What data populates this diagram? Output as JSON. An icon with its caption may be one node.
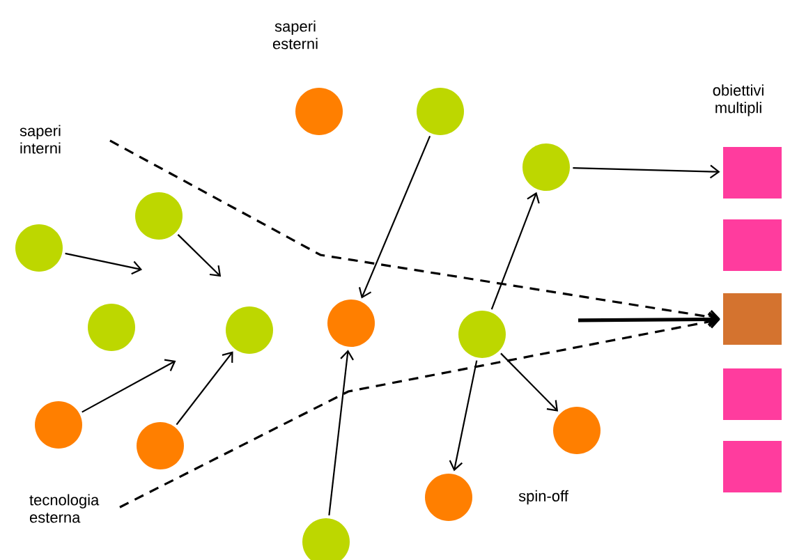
{
  "diagram": {
    "nodes": [
      {
        "text": [
          "saperi interni"
        ]
      },
      {
        "text": [],
        "shape": "circle"
      },
      {
        "text": [],
        "shape": "circle"
      },
      {
        "text": [],
        "shape": "circle"
      },
      {
        "text": [],
        "shape": "box"
      },
      {
        "text": [],
        "shape": "circle"
      },
      {
        "text": [],
        "shape": "circle"
      },
      {
        "text": [],
        "shape": "box"
      },
      {
        "text": [],
        "shape": "box"
      },
      {
        "text": [],
        "shape": "circle"
      },
      {
        "text": [],
        "shape": "circle"
      },
      {
        "text": [],
        "shape": "circle"
      },
      {
        "text": [],
        "shape": "circle"
      },
      {
        "text": [],
        "shape": "box"
      },
      {
        "text": [],
        "shape": "circle"
      },
      {
        "text": [],
        "shape": "circle"
      },
      {
        "text": [],
        "shape": "circle"
      },
      {
        "text": [],
        "shape": "box"
      },
      {
        "text": [
          "tecnologia esterna"
        ]
      },
      {
        "text": [],
        "shape": "circle"
      },
      {
        "text": [],
        "shape": "circle"
      }
    ],
    "edges": [
      {
        "from": 6,
        "to": null,
        "arrow": "to"
      },
      {
        "from": 5,
        "to": null,
        "arrow": "to"
      },
      {
        "from": 2,
        "to": 9,
        "arrow": "to"
      },
      {
        "from": 14,
        "to": null,
        "arrow": "to"
      },
      {
        "from": 16,
        "to": 11,
        "arrow": "to"
      },
      {
        "from": 20,
        "to": 9,
        "arrow": "to"
      },
      {
        "from": 12,
        "to": 3,
        "arrow": "to"
      },
      {
        "from": 12,
        "to": 19,
        "arrow": "to"
      },
      {
        "from": 12,
        "to": 15,
        "arrow": "to"
      },
      {
        "from": 3,
        "to": 4,
        "arrow": "to"
      },
      {
        "from": null,
        "to": 8,
        "arrow": "to",
        "style": "thick"
      },
      {
        "from": 0,
        "to": 8,
        "arrow": "to",
        "style": "dashed"
      },
      {
        "from": 18,
        "to": 8,
        "arrow": "to",
        "style": "dashed"
      }
    ],
    "labels": [
      "saperi esterni",
      "obiettivi multipli",
      "spin-off"
    ]
  }
}
